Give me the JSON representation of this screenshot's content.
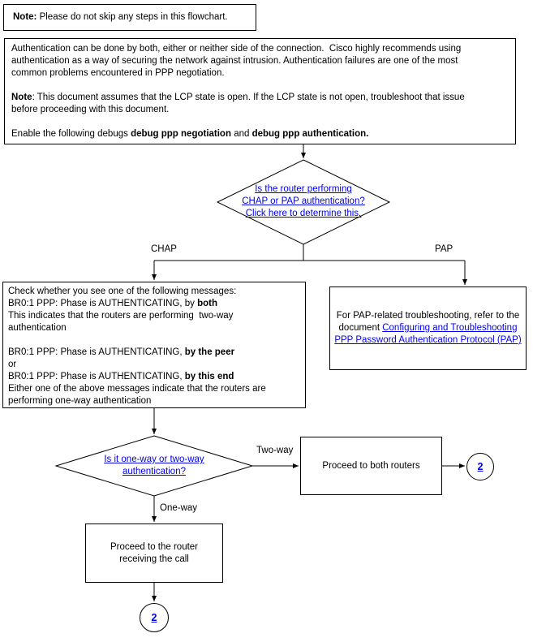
{
  "colors": {
    "link_blue": "#0000ee",
    "line_black": "#000000",
    "background": "#ffffff"
  },
  "note_box": {
    "bold": "Note:",
    "text": " Please do not skip any steps in this flowchart."
  },
  "intro_box": {
    "line1": "Authentication can be done by both, either or neither side of the connection.  Cisco highly recommends using",
    "line2": "authentication as a way of securing the network against intrusion. Authentication failures are one of the most",
    "line3": "common problems encountered in PPP negotiation.",
    "line4_bold": "Note",
    "line4_text": ": This document assumes that the LCP state is open. If the LCP state is not open, troubleshoot that issue",
    "line5": "before proceeding with this document.",
    "line6_text": "Enable the following debugs ",
    "line6_bold1": "debug ppp negotiation",
    "line6_mid": " and ",
    "line6_bold2": "debug ppp authentication."
  },
  "decision1": {
    "line1": "Is the router performing",
    "line2": "CHAP or PAP authentication?",
    "line3": "Click here to determine this."
  },
  "branches": {
    "chap": "CHAP",
    "pap": "PAP",
    "two_way": "Two-way",
    "one_way": "One-way"
  },
  "chap_box": {
    "line1": "Check whether you see one of the following messages:",
    "line2_text": "BR0:1 PPP: Phase is AUTHENTICATING, by ",
    "line2_bold": "both",
    "line3": "This indicates that the routers are performing  two-way",
    "line4": "authentication",
    "line5_text": "BR0:1 PPP: Phase is AUTHENTICATING, ",
    "line5_bold": "by the peer",
    "line6": "or",
    "line7_text": "BR0:1 PPP: Phase is AUTHENTICATING, ",
    "line7_bold": "by this end",
    "line8": "Either one of the above messages indicate that the routers are",
    "line9": "performing one-way authentication"
  },
  "pap_box": {
    "text": "For PAP-related troubleshooting, refer to the document ",
    "link_text": "Configuring and Troubleshooting PPP Password Authentication Protocol (PAP)"
  },
  "decision2": {
    "line1": "Is it one-way or two-way",
    "line2": "authentication?"
  },
  "proceed_both_box": {
    "label": "Proceed to both routers"
  },
  "proceed_receiving_box": {
    "label": "Proceed to the router receiving the call"
  },
  "connector_top": {
    "label": "2"
  },
  "connector_bottom": {
    "label": "2"
  }
}
